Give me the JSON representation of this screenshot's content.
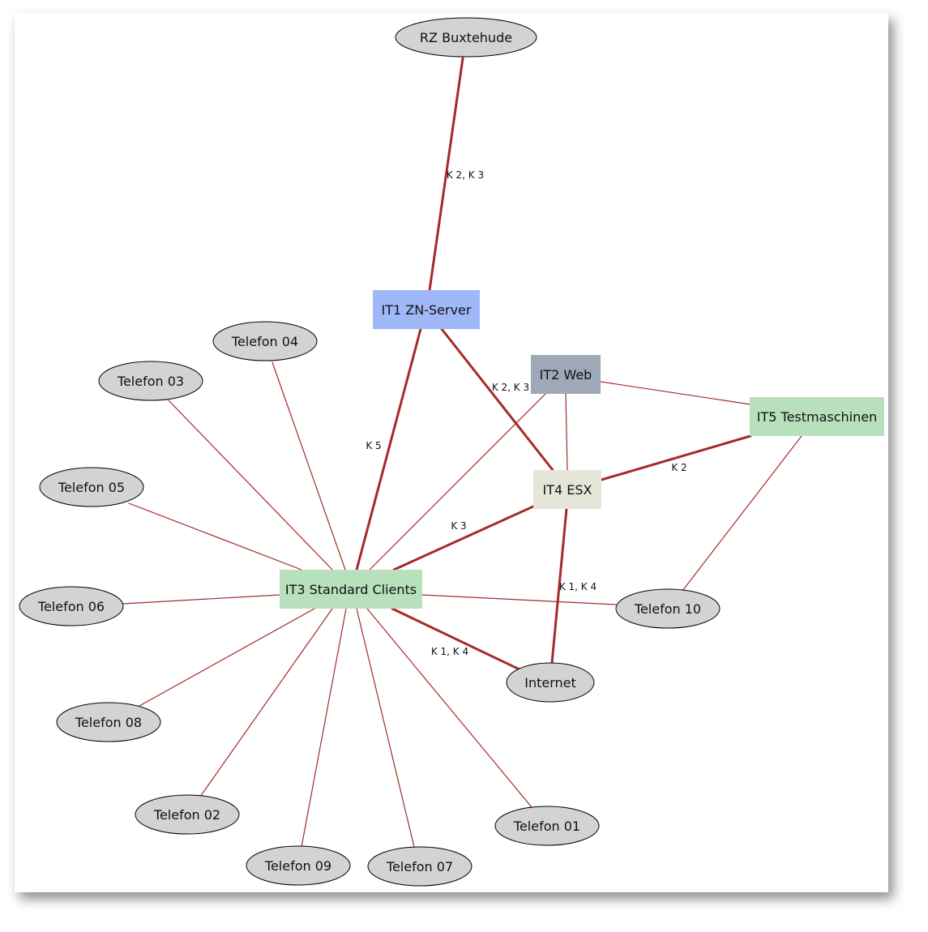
{
  "diagram": {
    "colors": {
      "edge": "#a52a2a",
      "ellipse_fill": "#d3d3d3",
      "ellipse_stroke": "#000000",
      "it1_fill": "#a0b8f8",
      "it2_fill": "#9ea8b6",
      "it3_fill": "#b8e0bc",
      "it4_fill": "#e6e6d8",
      "it5_fill": "#b8e0bc"
    },
    "nodes": [
      {
        "id": "rz",
        "label": "RZ Buxtehude",
        "shape": "ellipse"
      },
      {
        "id": "it1",
        "label": "IT1 ZN-Server",
        "shape": "box"
      },
      {
        "id": "it2",
        "label": "IT2 Web",
        "shape": "box"
      },
      {
        "id": "it3",
        "label": "IT3 Standard Clients",
        "shape": "box"
      },
      {
        "id": "it4",
        "label": "IT4 ESX",
        "shape": "box"
      },
      {
        "id": "it5",
        "label": "IT5 Testmaschinen",
        "shape": "box"
      },
      {
        "id": "internet",
        "label": "Internet",
        "shape": "ellipse"
      },
      {
        "id": "t01",
        "label": "Telefon 01",
        "shape": "ellipse"
      },
      {
        "id": "t02",
        "label": "Telefon 02",
        "shape": "ellipse"
      },
      {
        "id": "t03",
        "label": "Telefon 03",
        "shape": "ellipse"
      },
      {
        "id": "t04",
        "label": "Telefon 04",
        "shape": "ellipse"
      },
      {
        "id": "t05",
        "label": "Telefon 05",
        "shape": "ellipse"
      },
      {
        "id": "t06",
        "label": "Telefon 06",
        "shape": "ellipse"
      },
      {
        "id": "t07",
        "label": "Telefon 07",
        "shape": "ellipse"
      },
      {
        "id": "t08",
        "label": "Telefon 08",
        "shape": "ellipse"
      },
      {
        "id": "t09",
        "label": "Telefon 09",
        "shape": "ellipse"
      },
      {
        "id": "t10",
        "label": "Telefon 10",
        "shape": "ellipse"
      }
    ],
    "edges": [
      {
        "from": "rz",
        "to": "it1",
        "label": "K 2, K 3",
        "weight": "heavy"
      },
      {
        "from": "it1",
        "to": "it3",
        "label": "K 5",
        "weight": "heavy"
      },
      {
        "from": "it1",
        "to": "it4",
        "label": "K 2, K 3",
        "weight": "heavy"
      },
      {
        "from": "it4",
        "to": "it3",
        "label": "K 3",
        "weight": "heavy"
      },
      {
        "from": "it5",
        "to": "it4",
        "label": "K 2",
        "weight": "heavy"
      },
      {
        "from": "it4",
        "to": "internet",
        "label": "K 1, K 4",
        "weight": "heavy"
      },
      {
        "from": "it3",
        "to": "internet",
        "label": "K 1, K 4",
        "weight": "heavy"
      },
      {
        "from": "it2",
        "to": "it4",
        "label": "",
        "weight": "light"
      },
      {
        "from": "it2",
        "to": "it5",
        "label": "",
        "weight": "light"
      },
      {
        "from": "it2",
        "to": "it3",
        "label": "",
        "weight": "light"
      },
      {
        "from": "it5",
        "to": "t10",
        "label": "",
        "weight": "light"
      },
      {
        "from": "it3",
        "to": "t10",
        "label": "",
        "weight": "light"
      },
      {
        "from": "it3",
        "to": "t01",
        "label": "",
        "weight": "light"
      },
      {
        "from": "it3",
        "to": "t02",
        "label": "",
        "weight": "light"
      },
      {
        "from": "it3",
        "to": "t03",
        "label": "",
        "weight": "light"
      },
      {
        "from": "it3",
        "to": "t04",
        "label": "",
        "weight": "light"
      },
      {
        "from": "it3",
        "to": "t05",
        "label": "",
        "weight": "light"
      },
      {
        "from": "it3",
        "to": "t06",
        "label": "",
        "weight": "light"
      },
      {
        "from": "it3",
        "to": "t07",
        "label": "",
        "weight": "light"
      },
      {
        "from": "it3",
        "to": "t08",
        "label": "",
        "weight": "light"
      },
      {
        "from": "it3",
        "to": "t09",
        "label": "",
        "weight": "light"
      }
    ]
  }
}
